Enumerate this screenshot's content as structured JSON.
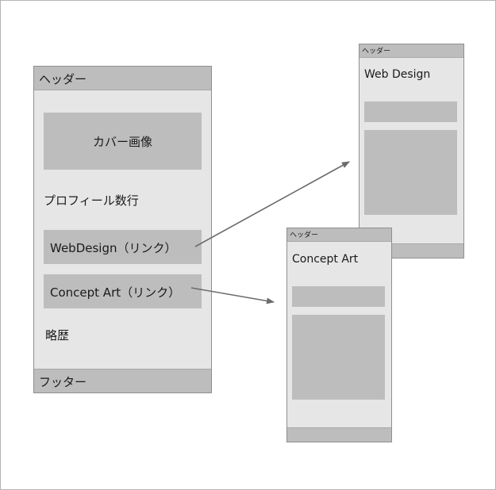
{
  "main_page": {
    "header": "ヘッダー",
    "cover": "カバー画像",
    "profile": "プロフィール数行",
    "link_webdesign": "WebDesign（リンク）",
    "link_concept": "Concept Art（リンク）",
    "career": "略歴",
    "footer": "フッター"
  },
  "web_design_page": {
    "header": "ヘッダー",
    "title": "Web Design"
  },
  "concept_art_page": {
    "header": "ヘッダー",
    "title": "Concept Art"
  },
  "colors": {
    "page_bg": "#e6e6e6",
    "block": "#bdbdbd",
    "arrow": "#6b6b6b"
  }
}
